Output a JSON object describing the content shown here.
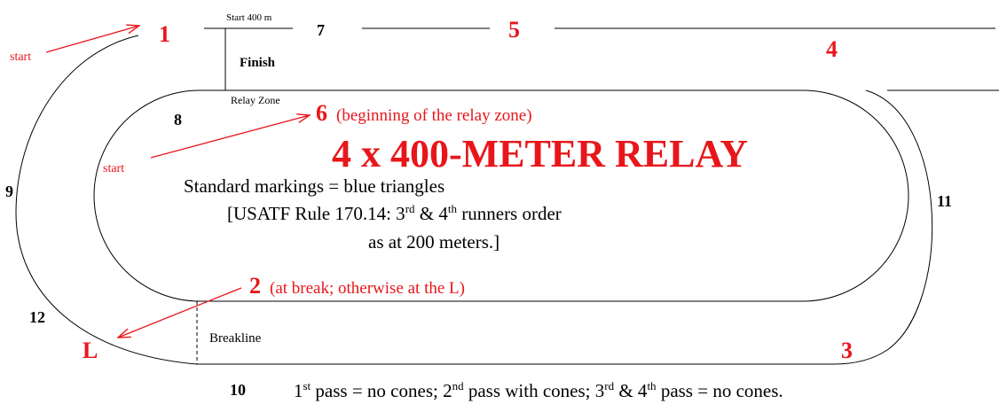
{
  "colors": {
    "accent": "#e8161b",
    "line": "#000000"
  },
  "labels": {
    "start_top": "start",
    "start_inner": "start",
    "num_1": "1",
    "num_2": "2",
    "num_2_note": "(at break; otherwise at the L)",
    "num_3": "3",
    "num_4": "4",
    "num_5": "5",
    "num_6": "6",
    "num_6_note": "(beginning of the relay zone)",
    "num_7": "7",
    "num_8": "8",
    "num_9": "9",
    "num_10": "10",
    "num_11": "11",
    "num_12": "12",
    "letter_L": "L",
    "start_400": "Start 400 m",
    "finish": "Finish",
    "relay_zone": "Relay Zone",
    "breakline": "Breakline"
  },
  "title": "4 x 400-METER RELAY",
  "notes": {
    "line1": "Standard markings = blue triangles",
    "line2_a": "[USATF Rule 170.14: 3",
    "line2_sup1": "rd",
    "line2_b": " & 4",
    "line2_sup2": "th",
    "line2_c": " runners order",
    "line3": "as at 200 meters.]"
  },
  "footer": {
    "p1": "1",
    "p1_sup": "st",
    "p2": " pass = no cones; 2",
    "p2_sup": "nd",
    "p3": " pass with cones; 3",
    "p3_sup": "rd",
    "p4": " & 4",
    "p4_sup": "th",
    "p5": " pass = no cones."
  }
}
